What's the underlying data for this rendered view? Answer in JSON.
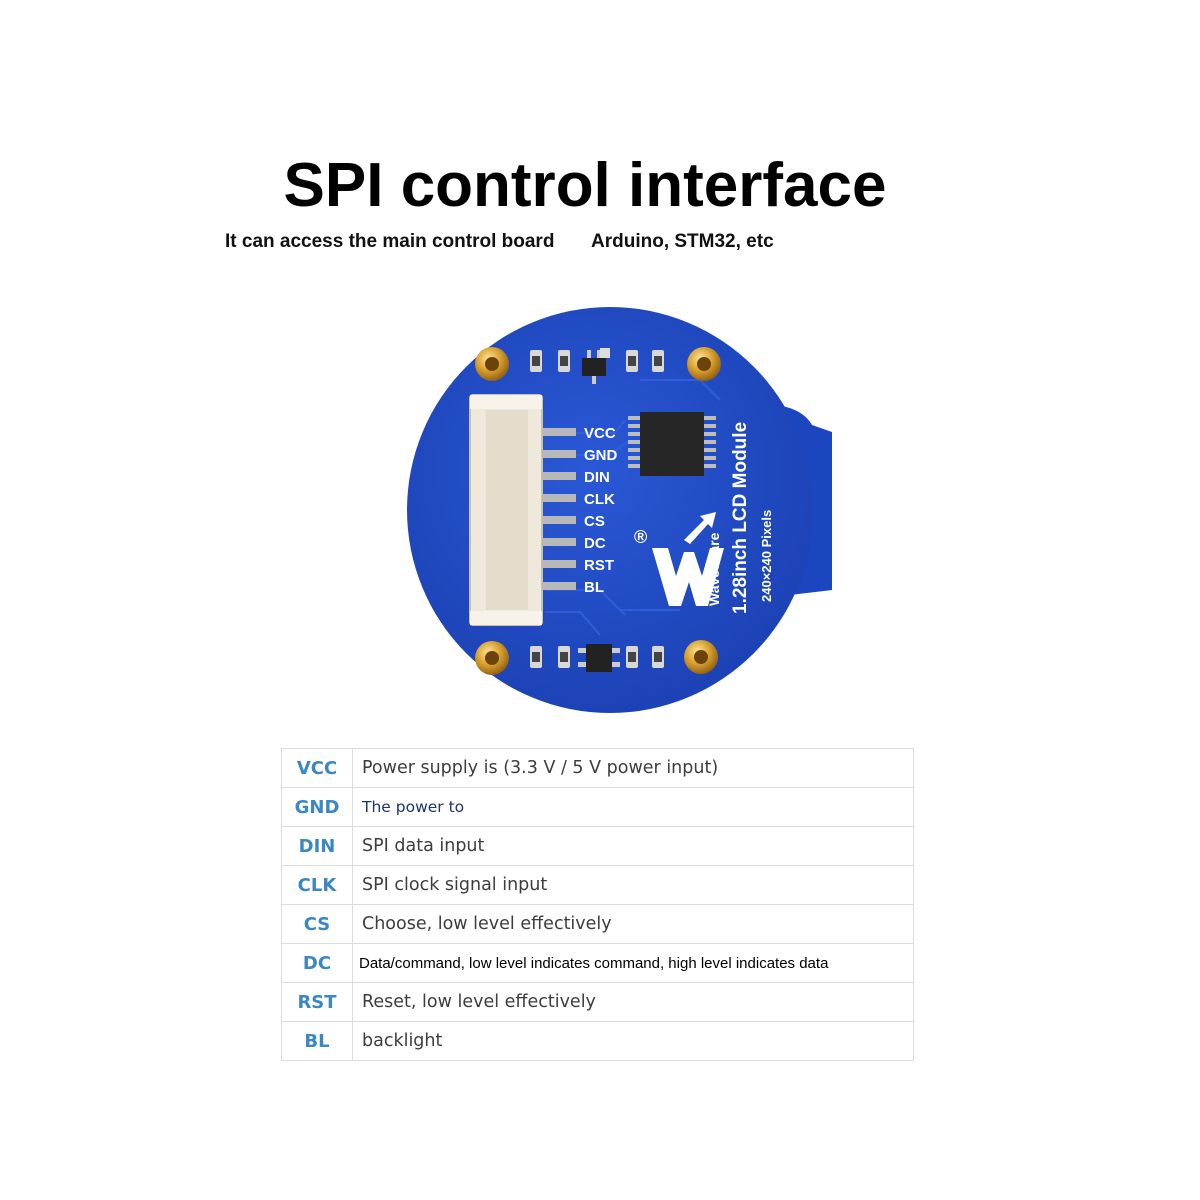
{
  "header": {
    "title": "SPI control interface",
    "subtitle_left": "It can access the main control board",
    "subtitle_right": "Arduino, STM32, etc"
  },
  "board": {
    "pin_labels": [
      "VCC",
      "GND",
      "DIN",
      "CLK",
      "CS",
      "DC",
      "RST",
      "BL"
    ],
    "brand": "Waveshare",
    "registered_mark": "®",
    "module_name": "1.28inch LCD Module",
    "resolution": "240×240 Pixels",
    "colors": {
      "pcb": "#1e49c4",
      "connector": "#efe9dc",
      "gold": "#d19a25"
    }
  },
  "pin_table": {
    "rows": [
      {
        "pin": "VCC",
        "description": "Power supply is (3.3 V / 5 V power input)"
      },
      {
        "pin": "GND",
        "description": "The power to"
      },
      {
        "pin": "DIN",
        "description": "SPI data input"
      },
      {
        "pin": "CLK",
        "description": "SPI clock signal input"
      },
      {
        "pin": "CS",
        "description": "Choose, low level effectively"
      },
      {
        "pin": "DC",
        "description": "Data/command, low level indicates command, high level indicates data"
      },
      {
        "pin": "RST",
        "description": "Reset, low level effectively"
      },
      {
        "pin": "BL",
        "description": "backlight"
      }
    ],
    "colors": {
      "pin_text": "#3b87c6",
      "border": "#dcdcdc"
    }
  }
}
